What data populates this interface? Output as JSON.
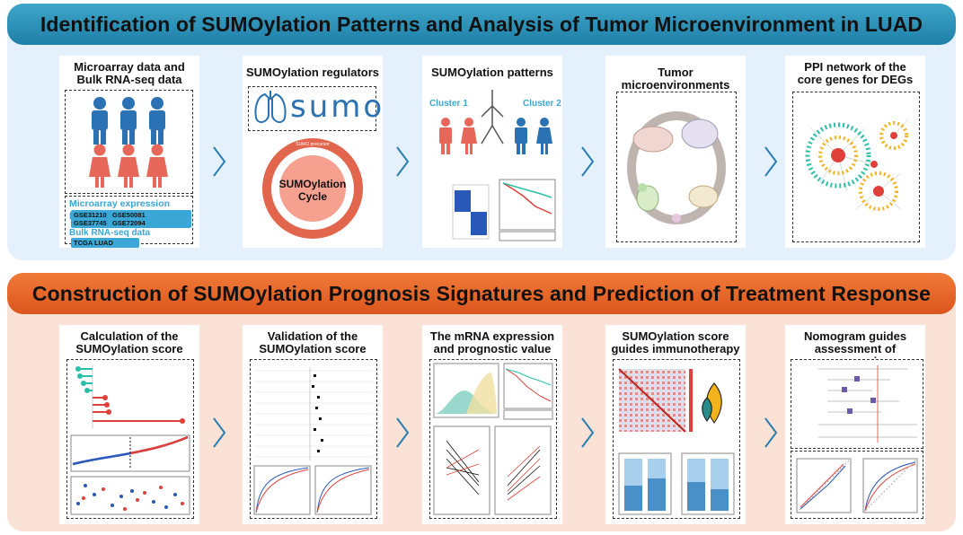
{
  "section1": {
    "title": "Identification of SUMOylation Patterns and Analysis of Tumor Microenvironment in LUAD",
    "panels": [
      {
        "title_line1": "Microarray data and",
        "title_line2": "Bulk RNA-seq data"
      },
      {
        "title_line1": "SUMOylation regulators",
        "title_line2": ""
      },
      {
        "title_line1": "SUMOylation patterns",
        "title_line2": ""
      },
      {
        "title_line1": "Tumor microenvironments",
        "title_line2": ""
      },
      {
        "title_line1": "PPI network of the",
        "title_line2": "core genes for DEGs"
      }
    ],
    "microarray_label": "Microarray expression profiles",
    "datasets": [
      "GSE31210",
      "GSE50081",
      "GSE37745",
      "GSE72094"
    ],
    "bulk_label": "Bulk RNA-seq data",
    "tcga": "TCGA LUAD",
    "sumo_logo": "sumo",
    "cycle_label_1": "SUMOylation",
    "cycle_label_2": "Cycle",
    "cycle_top": "SUMO precursor",
    "cluster1": "Cluster 1",
    "cluster2": "Cluster 2"
  },
  "section2": {
    "title": "Construction of SUMOylation Prognosis Signatures and Prediction of Treatment Response",
    "panels": [
      {
        "title_line1": "Calculation of the",
        "title_line2": "SUMOylation score"
      },
      {
        "title_line1": "Validation of the",
        "title_line2": "SUMOylation score"
      },
      {
        "title_line1": "The mRNA expression",
        "title_line2": "and prognostic value"
      },
      {
        "title_line1": "SUMOylation score",
        "title_line2": "guides immunotherapy"
      },
      {
        "title_line1": "Nomogram guides",
        "title_line2": "assessment of prognosis"
      }
    ]
  },
  "colors": {
    "blue_banner": "#2a8fb9",
    "orange_banner": "#e5652a",
    "chevron": "#2a7fb0",
    "people_blue": "#2a72b3",
    "people_red": "#e8675b"
  }
}
